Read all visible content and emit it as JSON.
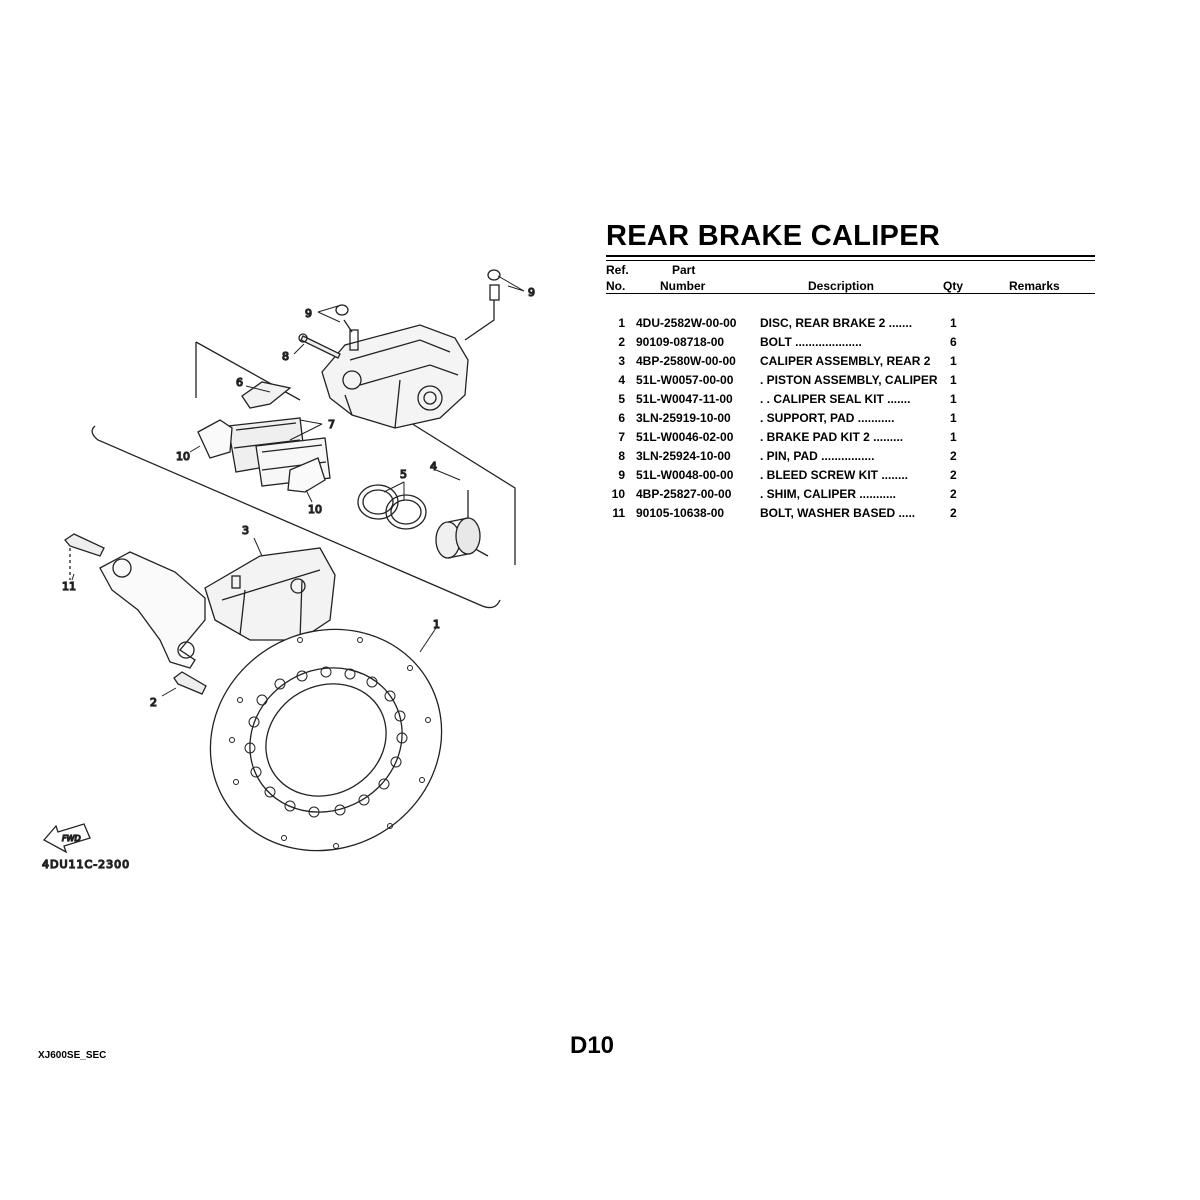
{
  "title": "REAR BRAKE CALIPER",
  "table": {
    "headers": {
      "ref_line1": "Ref.",
      "ref_line2": "No.",
      "part_line1": "Part",
      "part_line2": "Number",
      "description": "Description",
      "qty": "Qty",
      "remarks": "Remarks"
    },
    "rows": [
      {
        "no": "1",
        "part_number": "4DU-2582W-00-00",
        "description": "DISC, REAR BRAKE 2  .......",
        "qty": "1"
      },
      {
        "no": "2",
        "part_number": "90109-08718-00",
        "description": "BOLT  ....................",
        "qty": "6"
      },
      {
        "no": "3",
        "part_number": "4BP-2580W-00-00",
        "description": "CALIPER ASSEMBLY, REAR 2",
        "qty": "1"
      },
      {
        "no": "4",
        "part_number": "51L-W0057-00-00",
        "description": ". PISTON ASSEMBLY, CALIPER",
        "qty": "1"
      },
      {
        "no": "5",
        "part_number": "51L-W0047-11-00",
        "description": ". . CALIPER SEAL KIT  .......",
        "qty": "1"
      },
      {
        "no": "6",
        "part_number": "3LN-25919-10-00",
        "description": ". SUPPORT, PAD  ...........",
        "qty": "1"
      },
      {
        "no": "7",
        "part_number": "51L-W0046-02-00",
        "description": ". BRAKE PAD KIT 2  .........",
        "qty": "1"
      },
      {
        "no": "8",
        "part_number": "3LN-25924-10-00",
        "description": ". PIN, PAD  ................",
        "qty": "2"
      },
      {
        "no": "9",
        "part_number": "51L-W0048-00-00",
        "description": ". BLEED SCREW KIT  ........",
        "qty": "2"
      },
      {
        "no": "10",
        "part_number": "4BP-25827-00-00",
        "description": ". SHIM, CALIPER  ...........",
        "qty": "2"
      },
      {
        "no": "11",
        "part_number": "90105-10638-00",
        "description": "BOLT, WASHER BASED  .....",
        "qty": "2"
      }
    ]
  },
  "diagram": {
    "callouts": [
      "9",
      "9",
      "8",
      "6",
      "7",
      "10",
      "10",
      "5",
      "4",
      "3",
      "11",
      "2",
      "1"
    ],
    "fwd_label": "FWD",
    "drawing_code": "4DU11C-2300"
  },
  "page_number": "D10",
  "footer_code": "XJ600SE_SEC"
}
